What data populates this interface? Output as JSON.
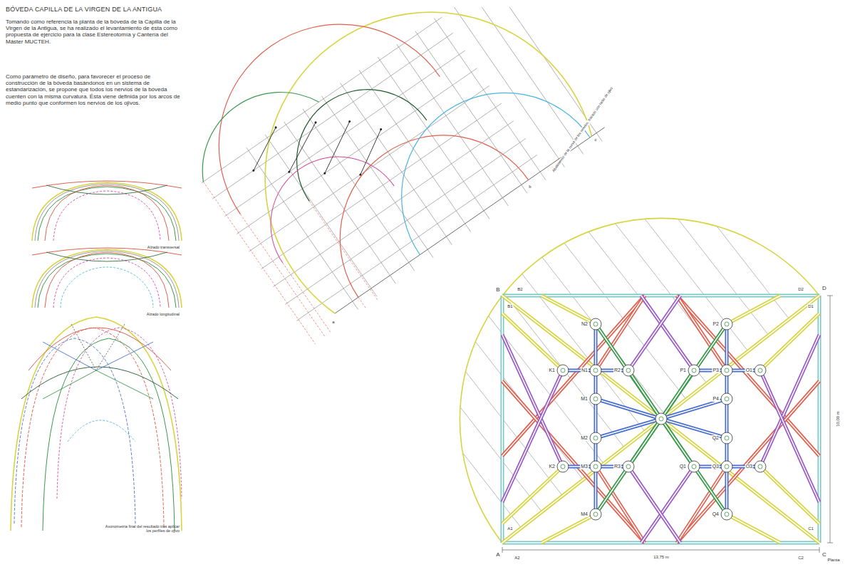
{
  "diagram": {
    "title": "BÓVEDA CAPILLA DE LA VIRGEN DE LA ANTIGUA",
    "labels": [
      "Tomando como referencia la planta de la bóveda de la Capilla de la Virgen de la Antigua, se ha realizado el levantamiento de ésta como propuesta de ejercicio para la clase Estereotomía y Cantería del Máster MUCTEH.",
      "Como parámetro de diseño, para favorecer el proceso de construcción de la bóveda basándonos en un sistema de estandarización, se propone que todos los nervios de la bóveda cuenten con la misma curvatura. Ésta viene definida por los arcos de medio punto que conformen los nervios de los ojivos.",
      "Alzado transversal",
      "Alzado longitudinal",
      "Axonometría final del resultado tras aplicar los perfiles de ojivo",
      "Abatimiento de la curva de los nervios, trazado con radio de ojivo",
      "A",
      "B",
      "C",
      "D",
      "A1",
      "A2",
      "B1",
      "B2",
      "C1",
      "C2",
      "D1",
      "D2",
      "N2",
      "P2",
      "K1",
      "N1",
      "R2",
      "P1",
      "P3",
      "O1",
      "M1",
      "P4",
      "M2",
      "Q2",
      "K2",
      "M3",
      "R3",
      "Q1",
      "Q3",
      "O3",
      "M4",
      "Q4",
      "13,75 m",
      "10,00 m",
      "Planta",
      "a",
      "b",
      "c"
    ]
  }
}
